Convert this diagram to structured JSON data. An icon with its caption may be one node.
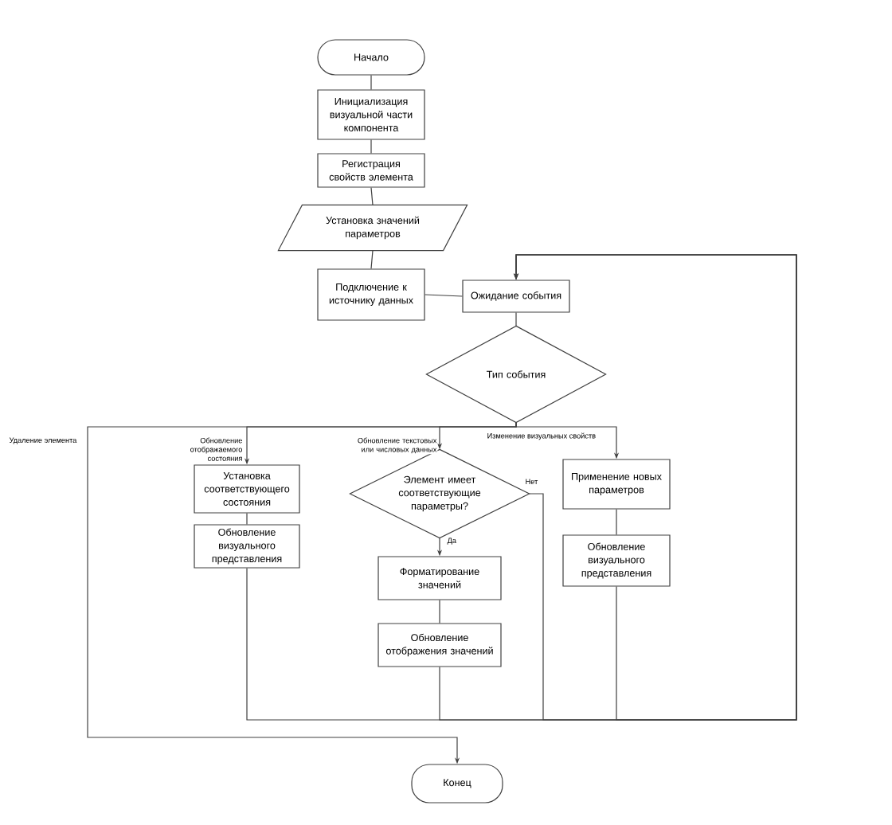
{
  "diagram": {
    "nodes": [
      {
        "text": [
          "Начало"
        ]
      },
      {
        "text": [
          "Инициализация визуальной части компонента"
        ]
      },
      {
        "text": [
          "Регистрация свойств элемента"
        ]
      },
      {
        "text": [
          "Установка значений параметров"
        ]
      },
      {
        "text": [
          "Подключение к источнику данных"
        ]
      },
      {
        "text": [
          "Ожидание события"
        ]
      },
      {
        "text": [
          "Тип события"
        ]
      },
      {
        "text": [
          "Установка соответствующего состояния"
        ]
      },
      {
        "text": [
          "Обновление визуального представления"
        ]
      },
      {
        "text": [
          "Элемент имеет соответствующие параметры?"
        ]
      },
      {
        "text": [
          "Форматирование значений"
        ]
      },
      {
        "text": [
          "Обновление отображения значений"
        ]
      },
      {
        "text": [
          "Применение новых параметров"
        ]
      },
      {
        "text": [
          "Обновление визуального представления"
        ]
      },
      {
        "text": [
          "Конец"
        ]
      }
    ],
    "edges": [
      {
        "from": 0,
        "to": 1,
        "arrow": "none"
      },
      {
        "from": 1,
        "to": 2,
        "arrow": "none"
      },
      {
        "from": 2,
        "to": 3,
        "arrow": "none"
      },
      {
        "from": 3,
        "to": 4,
        "arrow": "none"
      },
      {
        "from": 4,
        "to": 5,
        "arrow": "none"
      },
      {
        "from": 5,
        "to": 6,
        "arrow": "none"
      },
      {
        "from": 6,
        "to": 14,
        "arrow": "to",
        "label": "Удаление элемента"
      },
      {
        "from": 6,
        "to": 7,
        "arrow": "to",
        "label": "Обновление отображаемого состояния"
      },
      {
        "from": 6,
        "to": 9,
        "arrow": "to",
        "label": "Обновление текстовых или числовых данных"
      },
      {
        "from": 6,
        "to": 12,
        "arrow": "to",
        "label": "Изменение визуальных свойств"
      },
      {
        "from": 7,
        "to": 8,
        "arrow": "none"
      },
      {
        "from": 8,
        "to": 5,
        "arrow": "to"
      },
      {
        "from": 9,
        "to": 10,
        "arrow": "to",
        "label": "Да"
      },
      {
        "from": 10,
        "to": 11,
        "arrow": "none"
      },
      {
        "from": 11,
        "to": 5,
        "arrow": "to"
      },
      {
        "from": 9,
        "to": 5,
        "arrow": "to",
        "label": "Нет"
      },
      {
        "from": 12,
        "to": 13,
        "arrow": "none"
      },
      {
        "from": 13,
        "to": 5,
        "arrow": "to"
      }
    ]
  }
}
